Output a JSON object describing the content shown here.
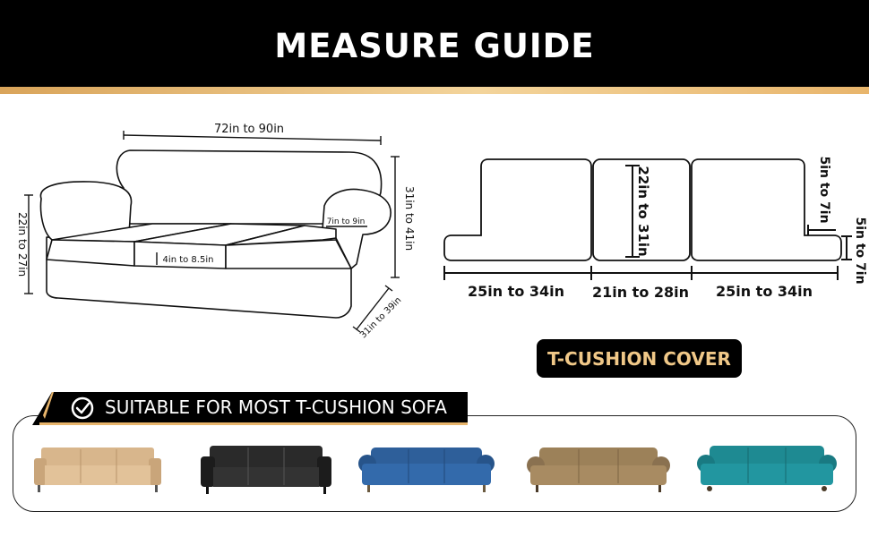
{
  "header": {
    "title": "MEASURE GUIDE"
  },
  "sofa_diagram": {
    "width_label": "72in to 90in",
    "seat_height_label": "22in to 27in",
    "back_height_label": "31in to 41in",
    "depth_label": "31in to 39in",
    "arm_label": "7in to 9in",
    "cushion_thickness_label": "4in to 8.5in"
  },
  "cushion_diagram": {
    "left_width_label": "25in to 34in",
    "middle_width_label": "21in to 28in",
    "right_width_label": "25in to 34in",
    "cushion_depth_label": "22in to 31in",
    "t_extension_label": "5in to 7in",
    "thickness_label": "5in to 7in"
  },
  "badge": {
    "label": "T-CUSHION COVER"
  },
  "suitable": {
    "label": "SUITABLE FOR MOST T-CUSHION SOFA"
  },
  "sofas": [
    {
      "name": "beige-leather-sofa",
      "color": "#d8b68c"
    },
    {
      "name": "black-leather-sofa",
      "color": "#2a2a2a"
    },
    {
      "name": "blue-fabric-sofa",
      "color": "#2e5f9a"
    },
    {
      "name": "brown-fabric-sofa",
      "color": "#9c8159"
    },
    {
      "name": "teal-fabric-sofa",
      "color": "#1e8a92"
    }
  ],
  "colors": {
    "header_bg": "#000000",
    "gold": "#e8b56c",
    "badge_text": "#f0c888"
  }
}
